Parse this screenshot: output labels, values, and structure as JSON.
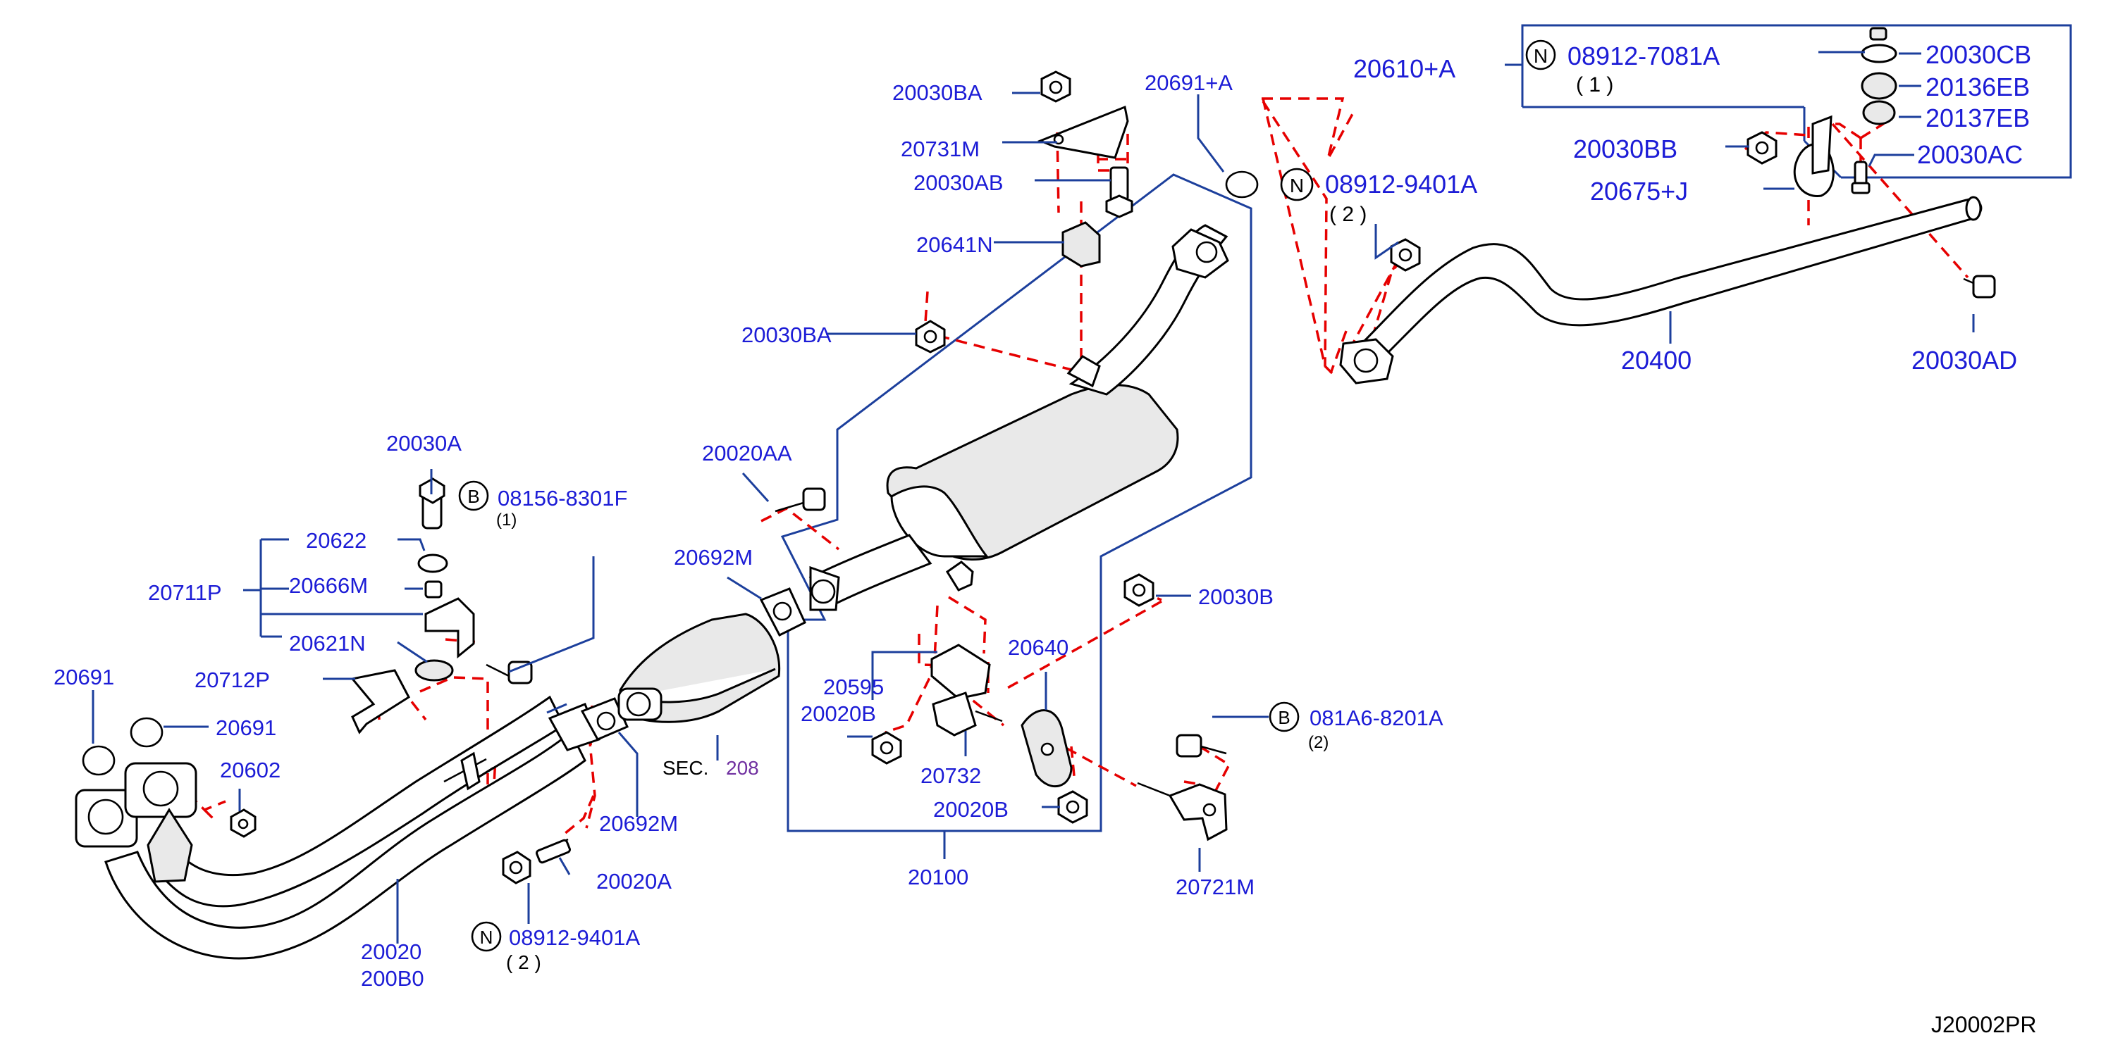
{
  "diagram_code": "J20002PR",
  "sec_ref": {
    "prefix": "SEC.",
    "number": "208"
  },
  "parts": {
    "p20030CB": "20030CB",
    "p20136EB": "20136EB",
    "p20137EB": "20137EB",
    "p20030AC": "20030AC",
    "p20610A": "20610+A",
    "p20030BB": "20030BB",
    "p20675J": "20675+J",
    "p20030AD": "20030AD",
    "p20400": "20400",
    "p20030BA_top": "20030BA",
    "p20731M": "20731M",
    "p20030AB": "20030AB",
    "p20641N": "20641N",
    "p20030BA_mid": "20030BA",
    "p20691A": "20691+A",
    "p20020AA": "20020AA",
    "p20692M_top": "20692M",
    "p20030B": "20030B",
    "p20640": "20640",
    "p20595": "20595",
    "p20020B_left": "20020B",
    "p20732": "20732",
    "p20020B_bot": "20020B",
    "p20100": "20100",
    "p20721M": "20721M",
    "p20030A": "20030A",
    "p20622": "20622",
    "p20666M": "20666M",
    "p20711P": "20711P",
    "p20621N": "20621N",
    "p20712P": "20712P",
    "p20691_a": "20691",
    "p20691_b": "20691",
    "p20602": "20602",
    "p20692M_bot": "20692M",
    "p20020A": "20020A",
    "p20020": "20020",
    "p200B0": "200B0"
  },
  "callouts": {
    "c1": {
      "letter": "N",
      "number": "08912-7081A",
      "qty": "( 1 )"
    },
    "c2": {
      "letter": "N",
      "number": "08912-9401A",
      "qty": "( 2 )"
    },
    "c3": {
      "letter": "B",
      "number": "08156-8301F",
      "qty": "(1)"
    },
    "c4": {
      "letter": "B",
      "number": "081A6-8201A",
      "qty": "(2)"
    },
    "c5": {
      "letter": "N",
      "number": "08912-9401A",
      "qty": "( 2 )"
    }
  },
  "colors": {
    "label": "#1c1cd6",
    "leader": "#1c3f9c",
    "dashed": "#e60000",
    "part_outline": "#000000",
    "sec_number": "#7030a0"
  }
}
